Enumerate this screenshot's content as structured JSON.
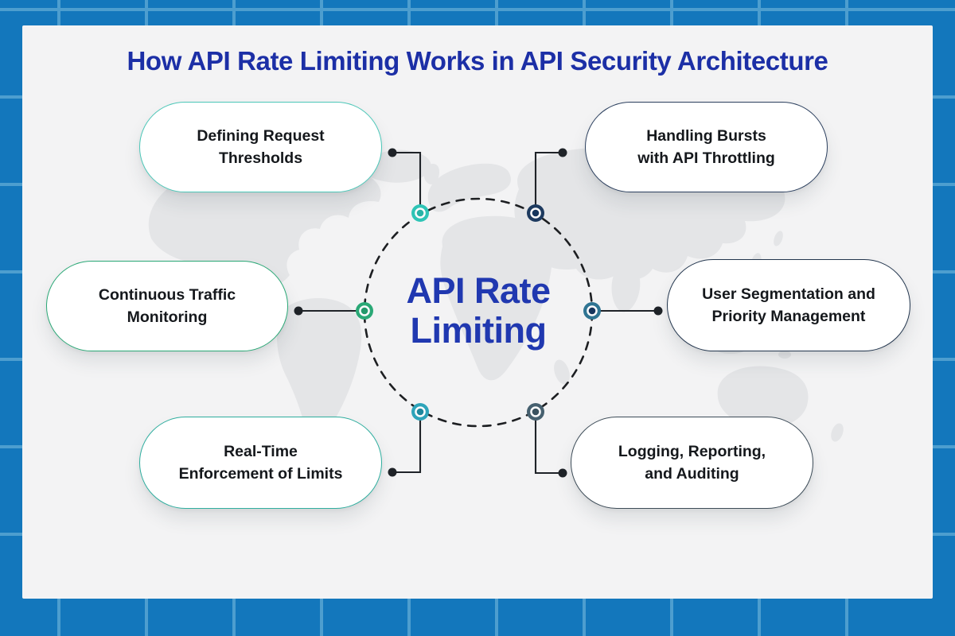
{
  "title": "How API Rate Limiting Works in API Security Architecture",
  "center_label": {
    "line1": "API Rate",
    "line2": "Limiting"
  },
  "nodes": [
    {
      "id": "defining-request-thresholds",
      "line1": "Defining Request",
      "line2": "Thresholds",
      "border_color": "#4cc7b8",
      "dot_ring": "#2ec4b6",
      "dot_core": "#27b3a6"
    },
    {
      "id": "handling-bursts-throttling",
      "line1": "Handling Bursts",
      "line2": "with API Throttling",
      "border_color": "#2b3f5e",
      "dot_ring": "#1d3a5f",
      "dot_core": "#16355c"
    },
    {
      "id": "continuous-traffic-monitoring",
      "line1": "Continuous Traffic",
      "line2": "Monitoring",
      "border_color": "#2aa876",
      "dot_ring": "#2aa876",
      "dot_core": "#23996b"
    },
    {
      "id": "user-segmentation-priority",
      "line1": "User Segmentation and",
      "line2": "Priority Management",
      "border_color": "#23364e",
      "dot_ring": "#2f7492",
      "dot_core": "#16355c"
    },
    {
      "id": "real-time-enforcement",
      "line1": "Real-Time",
      "line2": "Enforcement of Limits",
      "border_color": "#2fae9f",
      "dot_ring": "#2ea4ba",
      "dot_core": "#1e879d"
    },
    {
      "id": "logging-reporting-auditing",
      "line1": "Logging, Reporting,",
      "line2": "and Auditing",
      "border_color": "#3d4c58",
      "dot_ring": "#46606f",
      "dot_core": "#3a525f"
    }
  ],
  "colors": {
    "frame": "#1377bc",
    "frame_grid": "#4d9ecf",
    "card_bg": "#f3f3f4",
    "title_text": "#1c2fa6",
    "center_text": "#2038b0",
    "map_fill": "#e4e5e7",
    "connector": "#1f2328",
    "dashed_circle": "#1d1f22",
    "box_text": "#15181c"
  }
}
